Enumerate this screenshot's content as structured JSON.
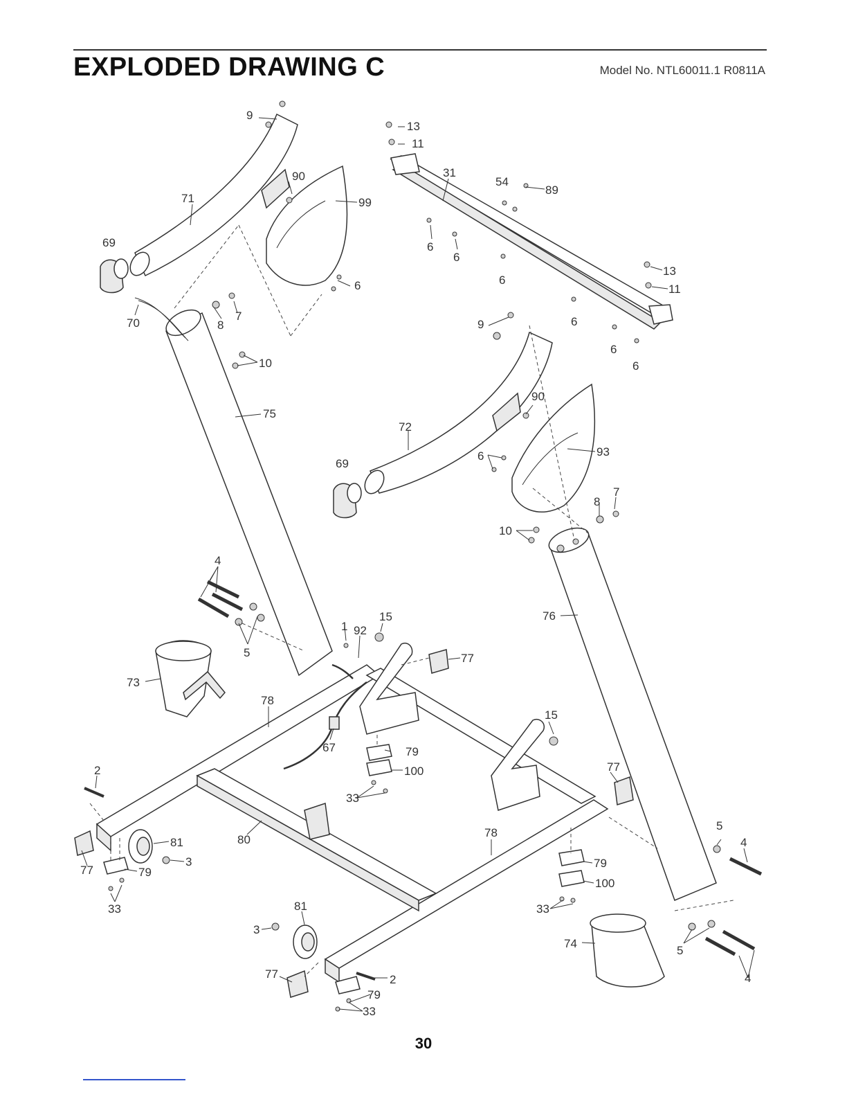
{
  "page": {
    "title": "EXPLODED DRAWING C",
    "model": "Model No. NTL60011.1 R0811A",
    "page_number": "30"
  },
  "callouts": {
    "c9a": "9",
    "c13a": "13",
    "c11a": "11",
    "c31": "31",
    "c54": "54",
    "c89": "89",
    "c90a": "90",
    "c71": "71",
    "c99": "99",
    "c69a": "69",
    "c6a": "6",
    "c6b": "6",
    "c6c": "6",
    "c6d": "6",
    "c13b": "13",
    "c11b": "11",
    "c6e": "6",
    "c6f": "6",
    "c6g": "6",
    "c70": "70",
    "c8a": "8",
    "c7a": "7",
    "c10a": "10",
    "c9b": "9",
    "c75": "75",
    "c90b": "90",
    "c72": "72",
    "c93": "93",
    "c69b": "69",
    "c6h": "6",
    "c8b": "8",
    "c7b": "7",
    "c10b": "10",
    "c4a": "4",
    "c5a": "5",
    "c76": "76",
    "c1": "1",
    "c92": "92",
    "c15a": "15",
    "c77a": "77",
    "c73": "73",
    "c78a": "78",
    "c15b": "15",
    "c67": "67",
    "c79a": "79",
    "c100a": "100",
    "c2a": "2",
    "c33a": "33",
    "c77b": "77",
    "c81a": "81",
    "c3a": "3",
    "c80": "80",
    "c77c": "77",
    "c79b": "79",
    "c33b": "33",
    "c78b": "78",
    "c5b": "5",
    "c4b": "4",
    "c79c": "79",
    "c100b": "100",
    "c33c": "33",
    "c81b": "81",
    "c3b": "3",
    "c74": "74",
    "c5c": "5",
    "c4c": "4",
    "c77d": "77",
    "c2b": "2",
    "c79d": "79",
    "c33d": "33"
  }
}
